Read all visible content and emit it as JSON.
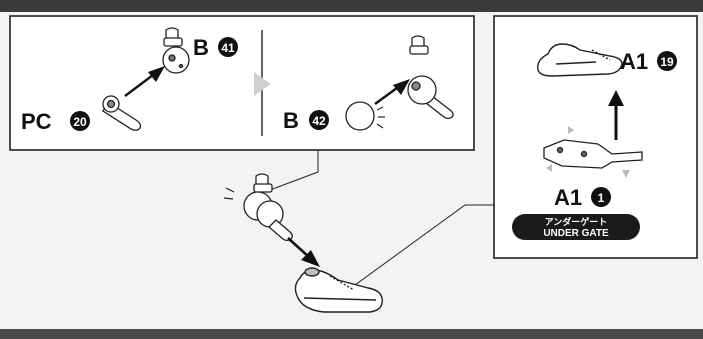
{
  "left_panel": {
    "step1": {
      "part_a": {
        "prefix": "PC",
        "number": "20"
      },
      "part_b": {
        "prefix": "B",
        "number": "41"
      }
    },
    "step2": {
      "part_b": {
        "prefix": "B",
        "number": "42"
      }
    }
  },
  "right_panel": {
    "top_part": {
      "prefix": "A1",
      "number": "19"
    },
    "bottom_part": {
      "prefix": "A1",
      "number": "1"
    },
    "badge": {
      "line1": "アンダーゲート",
      "line2": "UNDER GATE"
    }
  }
}
